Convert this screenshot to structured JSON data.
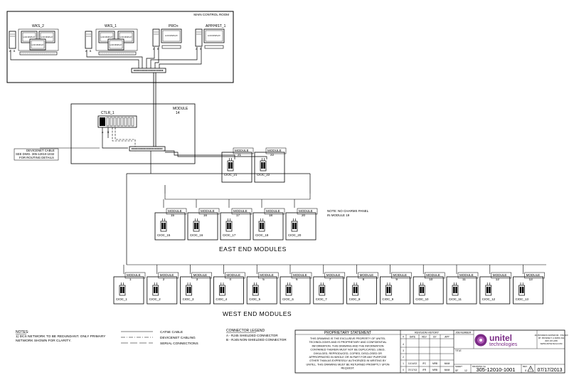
{
  "control_room": {
    "title": "MAIN CONTROL ROOM",
    "stations": [
      {
        "label": "WKS_2",
        "monitors": [
          "LCD DISPLAY",
          "LCD DISPLAY",
          "LCD DISPLAY"
        ]
      },
      {
        "label": "WKS_1",
        "monitors": [
          "LCD DISPLAY",
          "LCD DISPLAY",
          "LCD DISPLAY"
        ]
      },
      {
        "label": "PRO+",
        "monitors": [
          "LCD DISPLAY"
        ]
      },
      {
        "label": "APP/HIST_1",
        "monitors": [
          "LCD DISPLAY"
        ]
      }
    ],
    "port_labels": [
      "A",
      "B"
    ]
  },
  "module14": {
    "title": "MODULE",
    "number": "14",
    "controller": "CTLR_1",
    "controller_ports": [
      "A",
      "B"
    ]
  },
  "devicenet_note": [
    "DEVICENET CABLE",
    "SEE DWG. 305-12010-1032",
    "FOR ROUTING DETAILS"
  ],
  "east_upper_modules": [
    {
      "title": "MODULE",
      "number": "21",
      "cioc": "CIOC_21"
    },
    {
      "title": "MODULE",
      "number": "22",
      "cioc": "CIOC_22"
    }
  ],
  "east_modules": [
    {
      "title": "MODULE",
      "number": "15",
      "cioc": "CIOC_15"
    },
    {
      "title": "MODULE",
      "number": "16",
      "cioc": "CIOC_16"
    },
    {
      "title": "MODULE",
      "number": "17",
      "cioc": "CIOC_17"
    },
    {
      "title": "MODULE",
      "number": "18",
      "cioc": "CIOC_18"
    },
    {
      "title": "MODULE",
      "number": "20",
      "cioc": "CIOC_20"
    }
  ],
  "charms_note": [
    "NOTE: NO CHARMS PANEL",
    "IN MODULE 19"
  ],
  "east_heading": "EAST END MODULES",
  "west_modules": [
    {
      "title": "MODULE",
      "number": "1",
      "cioc": "CIOC_1"
    },
    {
      "title": "MODULE",
      "number": "2",
      "cioc": "CIOC_2"
    },
    {
      "title": "MODULE",
      "number": "3",
      "cioc": "CIOC_3"
    },
    {
      "title": "MODULE",
      "number": "4",
      "cioc": "CIOC_4"
    },
    {
      "title": "MODULE",
      "number": "5",
      "cioc": "CIOC_5"
    },
    {
      "title": "MODULE",
      "number": "6",
      "cioc": "CIOC_6"
    },
    {
      "title": "MODULE",
      "number": "7",
      "cioc": "CIOC_7"
    },
    {
      "title": "MODULE",
      "number": "8",
      "cioc": "CIOC_8"
    },
    {
      "title": "MODULE",
      "number": "9",
      "cioc": "CIOC_9"
    },
    {
      "title": "MODULE",
      "number": "10",
      "cioc": "CIOC_10"
    },
    {
      "title": "MODULE",
      "number": "11",
      "cioc": "CIOC_11"
    },
    {
      "title": "MODULE",
      "number": "12",
      "cioc": "CIOC_12"
    },
    {
      "title": "MODULE",
      "number": "13",
      "cioc": "CIOC_13"
    }
  ],
  "west_heading": "WEST END MODULES",
  "notes": [
    "NOTES:",
    "1) DCS NETWORK TO BE REDUNDANT. ONLY PRIMARY",
    "NETWORK SHOWN FOR CLARITY."
  ],
  "cable_legend": [
    "CAT5E CABLE",
    "DEVICENET CABLING",
    "SERIAL CONNECTIONS"
  ],
  "connector_legend": {
    "title": "CONNECTOR LEGEND",
    "items": [
      "A - RJ45 SHIELDED CONNECTOR",
      "B - RJ45 NON-SHIELDED CONNECTOR"
    ]
  },
  "proprietary": {
    "title": "PROPRIETARY STATEMENT",
    "lines": [
      "THIS DRAWING IS THE EXCLUSIVE PROPERTY OF UNITEL",
      "TECHNOLOGIES AND IS PROPRIETARY AND CONFIDENTIAL",
      "INFORMATION. THIS DRAWING AND THE INFORMATION",
      "CONTAINED THEREIN MUST NOT BE DUPLICATED, USED,",
      "DIVULGED, REPRODUCED, COPIED, DISCLOSED OR",
      "APPROPRIATED IN WHOLE OR IN PART FOR ANY PURPOSE",
      "OTHER THAN AS EXPRESSLY AUTHORIZED IN WRITING BY",
      "UNITEL. THIS DRAWING MUST BE RETURNED PROMPTLY UPON",
      "REQUEST."
    ]
  },
  "revision_history": {
    "title": "REVISION HISTORY",
    "headers": [
      "#",
      "DATE",
      "REV",
      "BY",
      "APP"
    ],
    "rows": [
      [
        "4",
        "",
        "",
        "",
        ""
      ],
      [
        "3",
        "",
        "",
        "",
        ""
      ],
      [
        "2",
        "",
        "",
        "",
        ""
      ],
      [
        "1",
        "11/14/13",
        "IFC",
        "MRB",
        "MAM"
      ],
      [
        "0",
        "07/17/13",
        "IFR",
        "MRB",
        "MAM"
      ]
    ]
  },
  "title_block": {
    "job_label": "JOB NUMBER",
    "title_label": "TITLE",
    "brand": "unitel",
    "brand_sub": "technologies",
    "address": [
      "411 BUSINESS CENTER DR., STE. 100",
      "MT. PROSPECT, IL 60056 USA",
      "(847) 297-2265",
      "WWW.UNITELTECH.COM"
    ],
    "sheet_label": "SHEET",
    "sheet_prefix": "SF",
    "sheet_no": "12",
    "drawing_label": "DRAWING No.",
    "drawing_no": "305-12010-1001",
    "rev_label": "REV.",
    "rev_value": "0",
    "date": "07/17/2013"
  },
  "colors": {
    "ink": "#000000",
    "brand": "#7b2c86",
    "paper": "#ffffff"
  }
}
